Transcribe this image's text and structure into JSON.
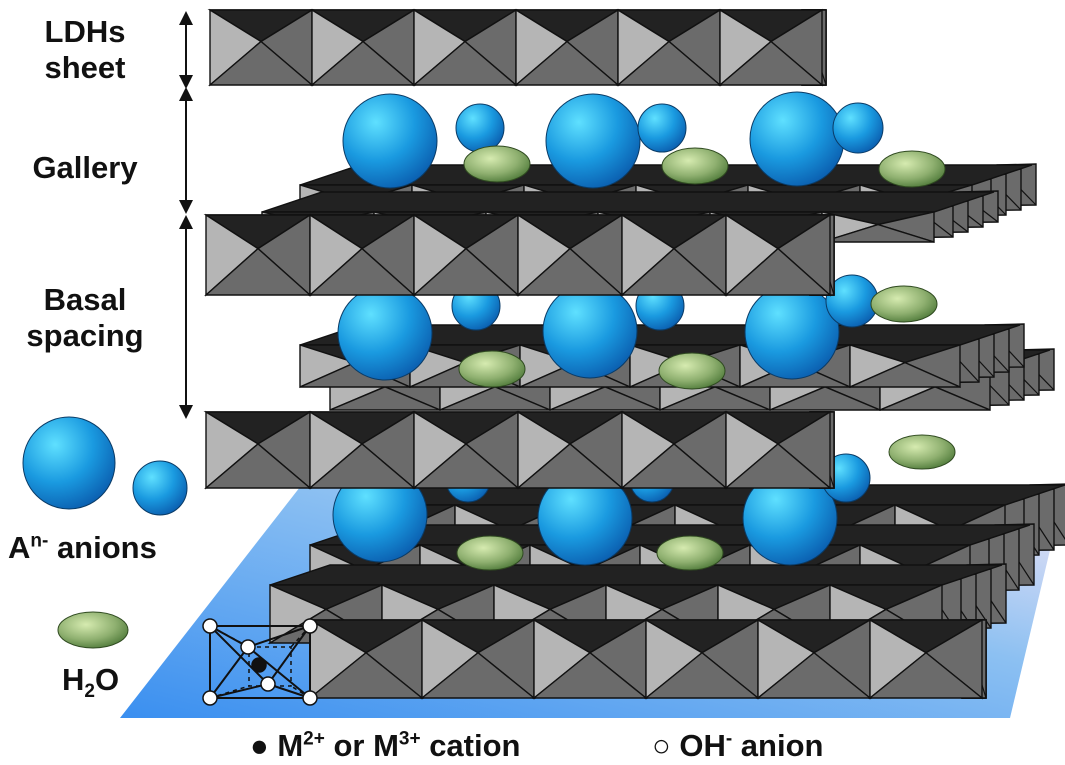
{
  "labels": {
    "ldhs_line1": "LDHs",
    "ldhs_line2": "sheet",
    "gallery": "Gallery",
    "basal_line1": "Basal",
    "basal_line2": "spacing"
  },
  "legend": {
    "anion_base": "A",
    "anion_sup": "n-",
    "anion_rest": " anions",
    "water_h": "H",
    "water_sub": "2",
    "water_o": "O",
    "cation_dot": "●",
    "cation_m1": " M",
    "cation_sup1": "2+",
    "cation_mid": " or M",
    "cation_sup2": "3+",
    "cation_rest": " cation",
    "oh_dot": "○",
    "oh_text": " OH",
    "oh_sup": "-",
    "oh_rest": " anion"
  },
  "colors": {
    "anion": "#1ca0e0",
    "water": "#8fb070",
    "octa_dark": "#222222",
    "octa_mid": "#6b6b6b",
    "octa_light": "#b5b5b5",
    "plane": "#5aa6f0"
  }
}
